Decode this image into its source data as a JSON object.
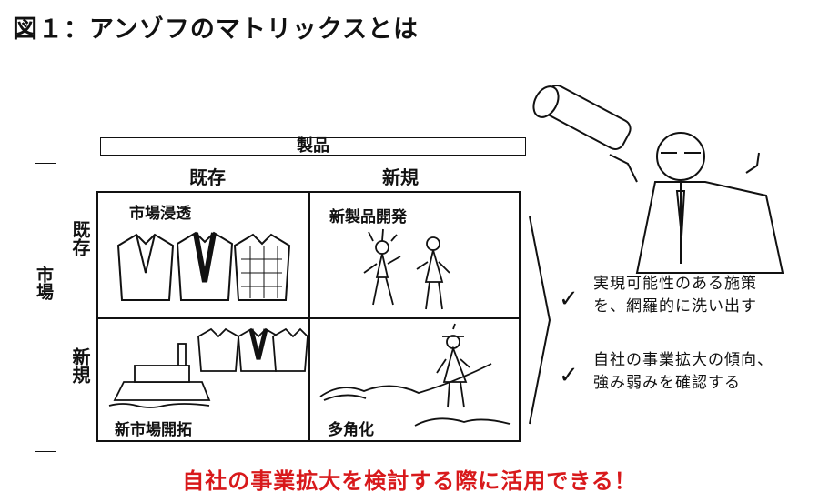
{
  "title": "図１：アンゾフのマトリックスとは",
  "axes": {
    "product_label": "製品",
    "market_label": "市場",
    "existing": "既存",
    "new": "新規"
  },
  "cells": {
    "top_left": "市場浸透",
    "top_right": "新製品開発",
    "bottom_left": "新市場開拓",
    "bottom_right": "多角化"
  },
  "notes": [
    {
      "line1": "実現可能性のある施策",
      "line2": "を、網羅的に洗い出す"
    },
    {
      "line1": "自社の事業拡大の傾向、",
      "line2": "強み弱みを確認する"
    }
  ],
  "checkmark": "✓",
  "bottom_text": "自社の事業拡大を検討する際に活用できる！"
}
